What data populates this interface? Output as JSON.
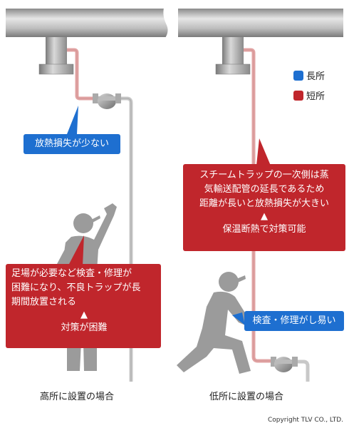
{
  "legend": {
    "long_label": "長所",
    "short_label": "短所",
    "long_color": "#1e6fd0",
    "short_color": "#c0262c"
  },
  "left": {
    "caption": "高所に設置の場合",
    "advantage": "放熱損失が少ない",
    "disadvantage_line1": "足場が必要など検査・修理が",
    "disadvantage_line2": "困難になり、不良トラップが長",
    "disadvantage_line3": "期間放置される",
    "arrow": "▲",
    "disadvantage_result": "対策が困難"
  },
  "right": {
    "caption": "低所に設置の場合",
    "advantage": "検査・修理がし易い",
    "disadvantage_line1": "スチームトラップの一次側は蒸",
    "disadvantage_line2": "気輸送配管の延長であるため",
    "disadvantage_line3": "距離が長いと放熱損失が大きい",
    "arrow": "▲",
    "disadvantage_result": "保温断熱で対策可能"
  },
  "copyright": "Copyright TLV CO., LTD."
}
